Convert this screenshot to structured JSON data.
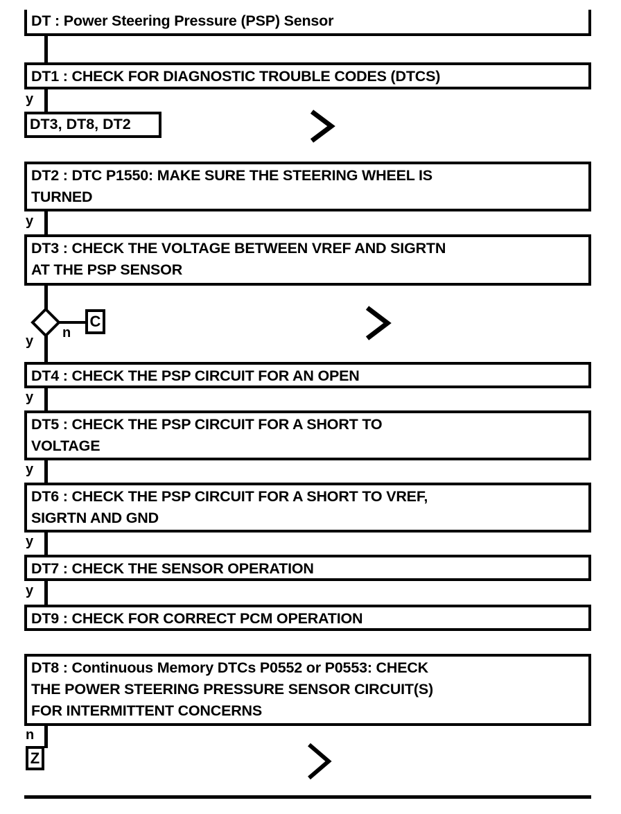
{
  "document": {
    "title": "DT : Power Steering Pressure (PSP) Sensor",
    "type": "diagnostic-flowchart"
  },
  "boxes": {
    "dt_title": {
      "label": "DT : Power Steering Pressure (PSP) Sensor"
    },
    "dt1": {
      "label": "DT1 : CHECK FOR DIAGNOSTIC TROUBLE CODES (DTCS)"
    },
    "dt_refs": {
      "label": "DT3, DT8, DT2"
    },
    "dt2": {
      "label": "DT2 : DTC P1550: MAKE SURE THE STEERING WHEEL IS\nTURNED"
    },
    "dt3": {
      "label": "DT3 : CHECK THE VOLTAGE BETWEEN VREF AND SIGRTN\nAT THE PSP SENSOR"
    },
    "dt4": {
      "label": "DT4 : CHECK THE PSP CIRCUIT FOR AN OPEN"
    },
    "dt5": {
      "label": "DT5 : CHECK THE PSP CIRCUIT FOR A SHORT TO\nVOLTAGE"
    },
    "dt6": {
      "label": "DT6 : CHECK THE PSP CIRCUIT FOR A SHORT TO VREF,\nSIGRTN AND GND"
    },
    "dt7": {
      "label": "DT7 : CHECK THE SENSOR OPERATION"
    },
    "dt9": {
      "label": "DT9 : CHECK FOR CORRECT PCM OPERATION"
    },
    "dt8": {
      "label": "DT8 : Continuous Memory DTCs P0552 or P0553: CHECK\nTHE POWER STEERING PRESSURE SENSOR CIRCUIT(S)\nFOR INTERMITTENT CONCERNS"
    },
    "ref_c": {
      "label": "C"
    },
    "ref_z": {
      "label": "Z"
    }
  },
  "branch_labels": {
    "dt1_yes": "y",
    "dt2_yes": "y",
    "diamond_yes": "y",
    "diamond_no": "n",
    "dt4_yes": "y",
    "dt5_yes": "y",
    "dt6_yes": "y",
    "dt7_yes": "y",
    "dt8_no": "n"
  },
  "icons": {
    "chevron": "chevron-right-icon",
    "decision": "decision-diamond-icon"
  },
  "colors": {
    "stroke": "#000000",
    "fill": "#ffffff",
    "text": "#000000"
  }
}
